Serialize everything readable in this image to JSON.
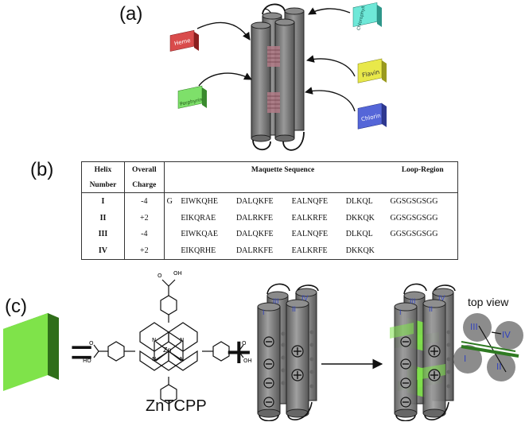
{
  "panels": {
    "a": "(a)",
    "b": "(b)",
    "c": "(c)"
  },
  "panel_a": {
    "cofactors": {
      "heme": "Heme",
      "porphyrin": "Porphyrin",
      "chlorophyll": "Chlorophyll",
      "flavin": "Flavin",
      "chlorin": "Chlorin"
    },
    "colors": {
      "heme": "#d94b4b",
      "porphyrin": "#7ee06a",
      "chlorophyll": "#6ee8d8",
      "flavin": "#e8e84a",
      "chlorin": "#5566d8",
      "helix": "#7a7a7a"
    }
  },
  "table": {
    "headers": {
      "helix_line1": "Helix",
      "helix_line2": "Number",
      "charge_line1": "Overall",
      "charge_line2": "Charge",
      "sequence": "Maquette Sequence",
      "loop": "Loop-Region"
    },
    "rows": [
      {
        "number": "I",
        "charge": "-4",
        "prefix": "G",
        "s1": "EIWKQHE",
        "s2": "DALQKFE",
        "s3": "EALNQFE",
        "s4": "DLKQL",
        "loop": "GGSGSGSGG"
      },
      {
        "number": "II",
        "charge": "+2",
        "prefix": "",
        "s1": "EIKQRAE",
        "s2": "DALRKFE",
        "s3": "EALKRFE",
        "s4": "DKKQK",
        "loop": "GGSGSGSGG"
      },
      {
        "number": "III",
        "charge": "-4",
        "prefix": "",
        "s1": "EIWKQAE",
        "s2": "DALQKFE",
        "s3": "EALNQFE",
        "s4": "DLKQL",
        "loop": "GGSGSGSGG"
      },
      {
        "number": "IV",
        "charge": "+2",
        "prefix": "",
        "s1": "EIKQRHE",
        "s2": "DALRKFE",
        "s3": "EALKRFE",
        "s4": "DKKQK",
        "loop": ""
      }
    ]
  },
  "panel_c": {
    "equals": "=",
    "plus": "+",
    "molecule_name": "ZnTCPP",
    "atoms": {
      "zn": "Zn",
      "n": "N",
      "ho": "HO",
      "oh": "OH",
      "o": "O"
    },
    "helix_numerals": {
      "h1": "I",
      "h2": "II",
      "h3": "III",
      "h4": "IV"
    },
    "top_view": "top view",
    "top_view_labels": {
      "I": "I",
      "II": "II",
      "III": "III",
      "IV": "IV"
    },
    "colors": {
      "slab": "#7fe34a",
      "slab_dark": "#3f8f24",
      "bar": "#2f7a22",
      "disc": "#8c8c8c",
      "numeral": "#3344bb"
    }
  }
}
